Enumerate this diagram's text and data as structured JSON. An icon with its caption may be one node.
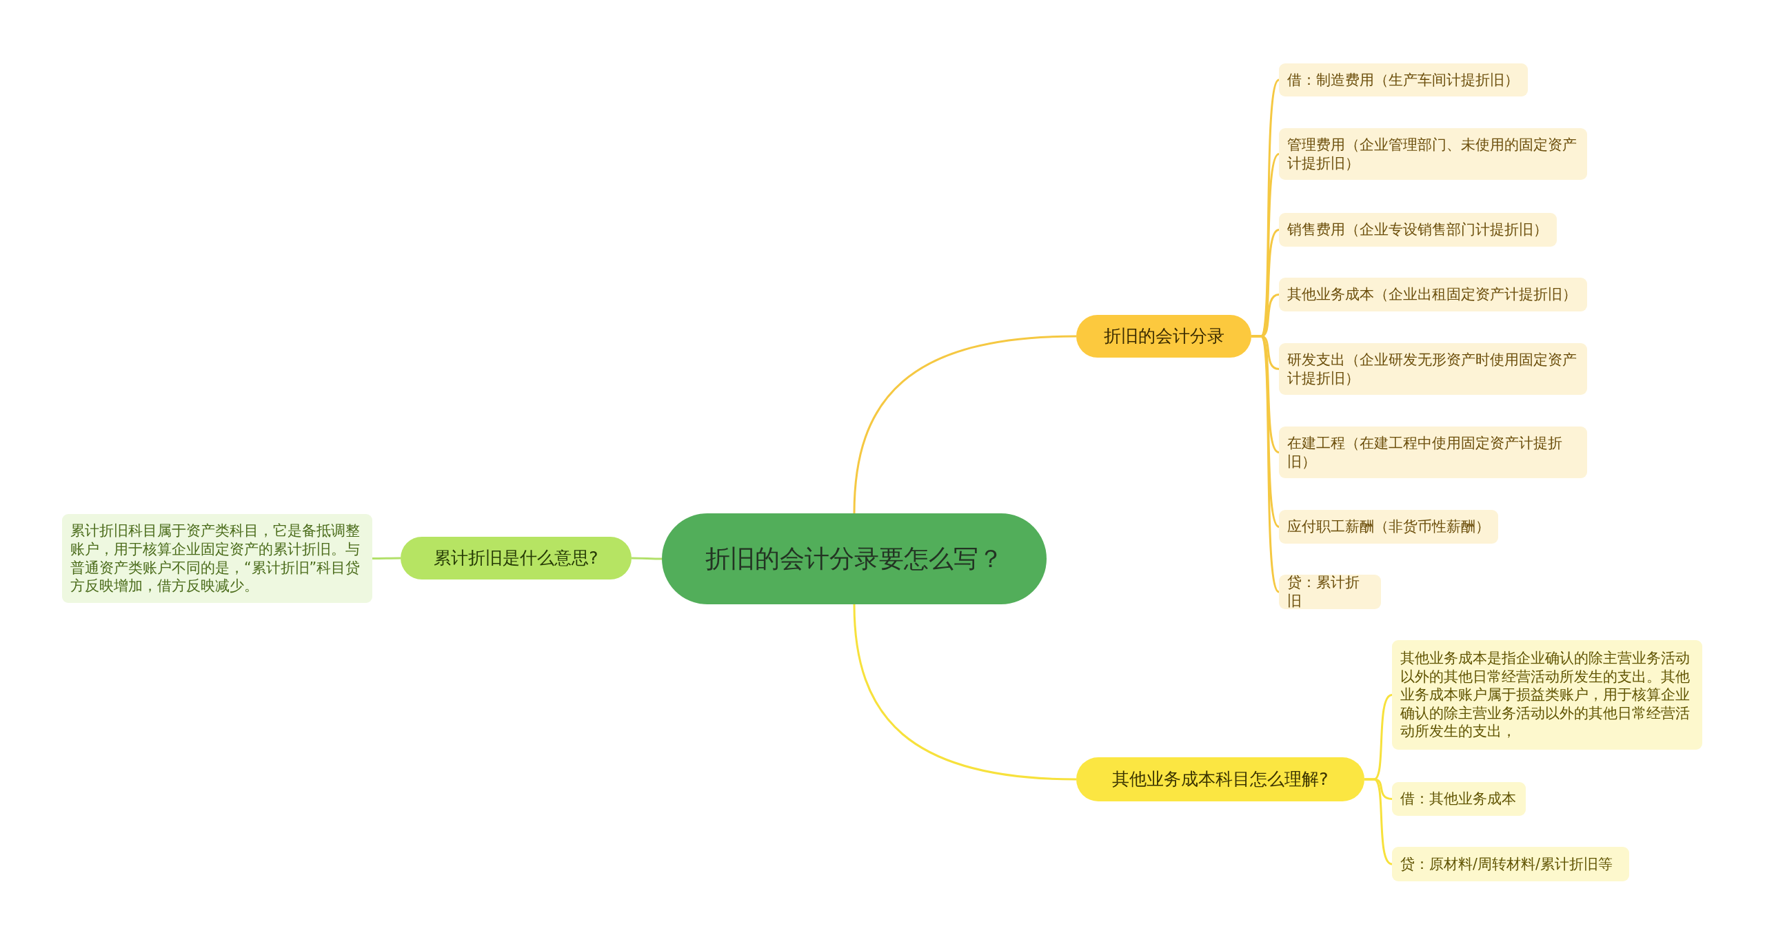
{
  "diagram": {
    "nodes": [
      {
        "text": [
          "折旧的会计分录要怎么写？"
        ]
      },
      {
        "text": [
          "折旧的会计分录"
        ]
      },
      {
        "text": [
          "借：制造费用（生产车间计提折旧）"
        ]
      },
      {
        "text": [
          "管理费用（企业管理部门、未使用的固定资产计提折旧）"
        ]
      },
      {
        "text": [
          "销售费用（企业专设销售部门计提折旧）"
        ]
      },
      {
        "text": [
          "其他业务成本（企业出租固定资产计提折旧）"
        ]
      },
      {
        "text": [
          "研发支出（企业研发无形资产时使用固定资产计提折旧）"
        ]
      },
      {
        "text": [
          "在建工程（在建工程中使用固定资产计提折旧）"
        ]
      },
      {
        "text": [
          "应付职工薪酬（非货币性薪酬）"
        ]
      },
      {
        "text": [
          "贷：累计折旧"
        ]
      },
      {
        "text": [
          "其他业务成本科目怎么理解?"
        ]
      },
      {
        "text": [
          "其他业务成本是指企业确认的除主营业务活动以外的其他日常经营活动所发生的支出。其他业务成本账户属于损益类账户，用于核算企业确认的除主营业务活动以外的其他日常经营活动所发生的支出，"
        ]
      },
      {
        "text": [
          "借：其他业务成本"
        ]
      },
      {
        "text": [
          "贷：原材料/周转材料/累计折旧等"
        ]
      },
      {
        "text": [
          "累计折旧是什么意思?"
        ]
      },
      {
        "text": [
          "累计折旧科目属于资产类科目，它是备抵调整账户，用于核算企业固定资产的累计折旧。与普通资产类账户不同的是，“累计折旧”科目贷方反映增加，借方反映减少。"
        ]
      }
    ],
    "edges": [
      {
        "from": 0,
        "to": 1,
        "arrow": "none",
        "color": "#f5c842"
      },
      {
        "from": 1,
        "to": 2,
        "arrow": "none",
        "color": "#f5c842"
      },
      {
        "from": 1,
        "to": 3,
        "arrow": "none",
        "color": "#f5c842"
      },
      {
        "from": 1,
        "to": 4,
        "arrow": "none",
        "color": "#f5c842"
      },
      {
        "from": 1,
        "to": 5,
        "arrow": "none",
        "color": "#f5c842"
      },
      {
        "from": 1,
        "to": 6,
        "arrow": "none",
        "color": "#f5c842"
      },
      {
        "from": 1,
        "to": 7,
        "arrow": "none",
        "color": "#f5c842"
      },
      {
        "from": 1,
        "to": 8,
        "arrow": "none",
        "color": "#f5c842"
      },
      {
        "from": 1,
        "to": 9,
        "arrow": "none",
        "color": "#f5c842"
      },
      {
        "from": 0,
        "to": 10,
        "arrow": "none",
        "color": "#f7e13c"
      },
      {
        "from": 10,
        "to": 11,
        "arrow": "none",
        "color": "#f7e13c"
      },
      {
        "from": 10,
        "to": 12,
        "arrow": "none",
        "color": "#f7e13c"
      },
      {
        "from": 10,
        "to": 13,
        "arrow": "none",
        "color": "#f7e13c"
      },
      {
        "from": 0,
        "to": 14,
        "arrow": "none",
        "color": "#b2e06a"
      },
      {
        "from": 14,
        "to": 15,
        "arrow": "none",
        "color": "#b2e06a"
      }
    ]
  }
}
